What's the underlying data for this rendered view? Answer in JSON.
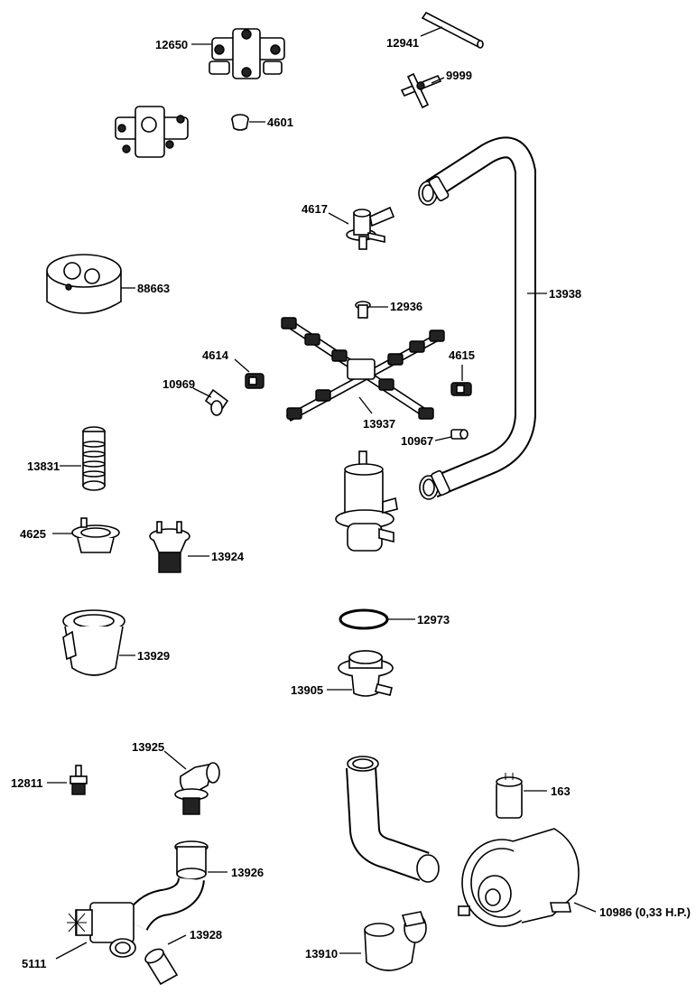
{
  "diagram": {
    "parts": [
      {
        "id": "p12650",
        "label": "12650"
      },
      {
        "id": "p12941",
        "label": "12941"
      },
      {
        "id": "p9999",
        "label": "9999"
      },
      {
        "id": "p4601",
        "label": "4601"
      },
      {
        "id": "p4617",
        "label": "4617"
      },
      {
        "id": "p88663",
        "label": "88663"
      },
      {
        "id": "p13938",
        "label": "13938"
      },
      {
        "id": "p12936",
        "label": "12936"
      },
      {
        "id": "p4614",
        "label": "4614"
      },
      {
        "id": "p4615",
        "label": "4615"
      },
      {
        "id": "p10969",
        "label": "10969"
      },
      {
        "id": "p13937",
        "label": "13937"
      },
      {
        "id": "p10967",
        "label": "10967"
      },
      {
        "id": "p13831",
        "label": "13831"
      },
      {
        "id": "p4625",
        "label": "4625"
      },
      {
        "id": "p13924",
        "label": "13924"
      },
      {
        "id": "p12973",
        "label": "12973"
      },
      {
        "id": "p13929",
        "label": "13929"
      },
      {
        "id": "p13905",
        "label": "13905"
      },
      {
        "id": "p13925",
        "label": "13925"
      },
      {
        "id": "p12811",
        "label": "12811"
      },
      {
        "id": "p163",
        "label": "163"
      },
      {
        "id": "p13926",
        "label": "13926"
      },
      {
        "id": "p10986",
        "label": "10986 (0,33 H.P.)"
      },
      {
        "id": "p13928",
        "label": "13928"
      },
      {
        "id": "p5111",
        "label": "5111"
      },
      {
        "id": "p13910",
        "label": "13910"
      }
    ]
  }
}
